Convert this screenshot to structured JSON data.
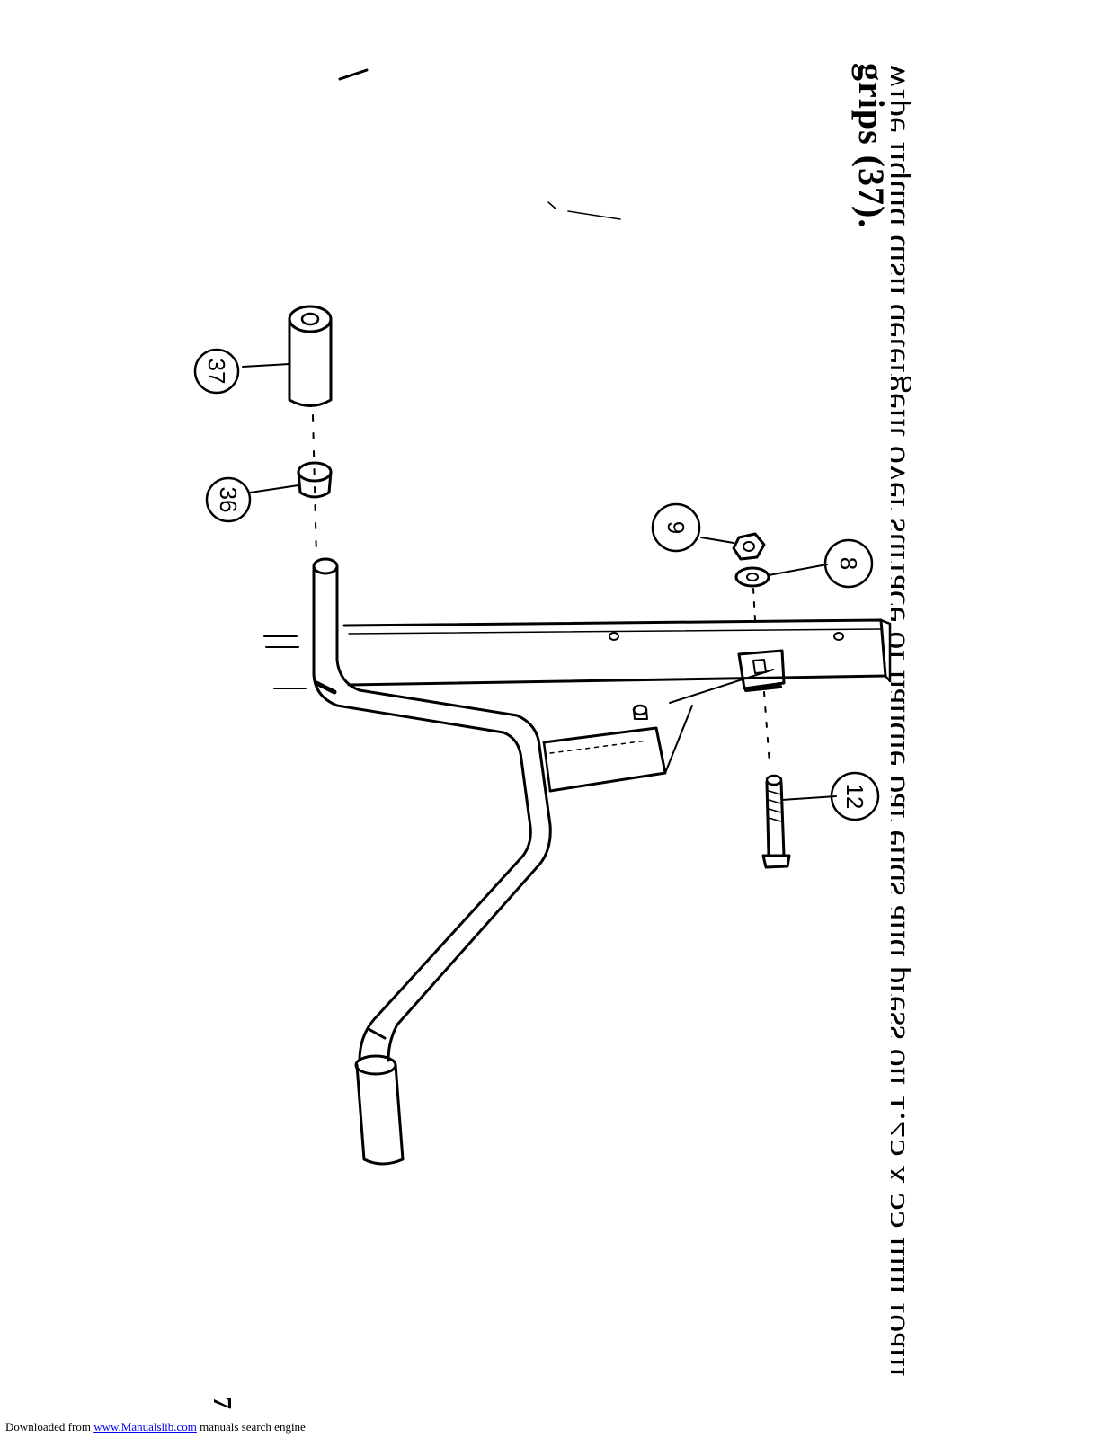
{
  "instructions": {
    "line1": "wipe liquid dish detergent over surface of handle bar ends and press on 1.25 x 55 mm foam",
    "line2": "grips (37)."
  },
  "callouts": {
    "c37": "37",
    "c36": "36",
    "c9": "9",
    "c8": "8",
    "c12": "12"
  },
  "page_number": "7",
  "footer": {
    "prefix": "Downloaded from ",
    "link": "www.Manualslib.com",
    "suffix": " manuals search engine"
  }
}
